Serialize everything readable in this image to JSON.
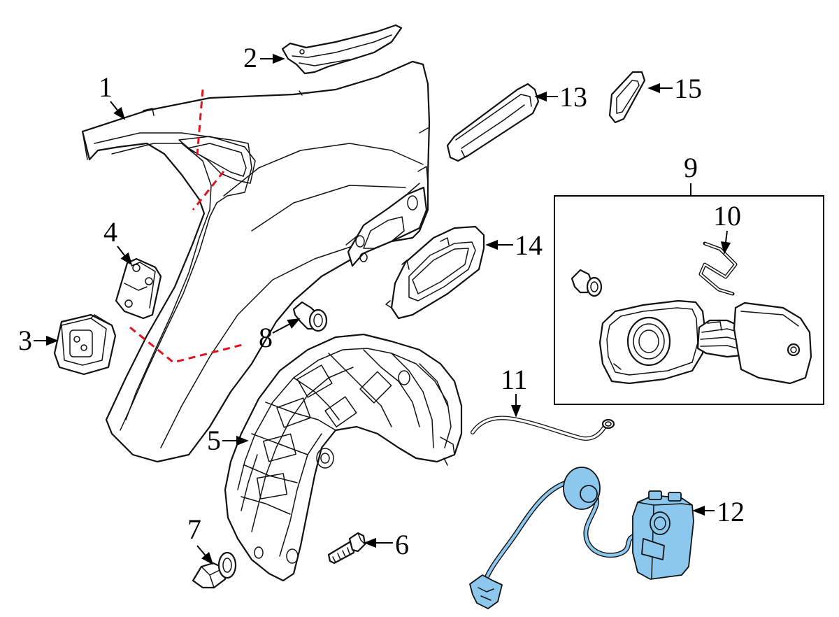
{
  "callouts": [
    {
      "id": "1",
      "label": "1"
    },
    {
      "id": "2",
      "label": "2"
    },
    {
      "id": "3",
      "label": "3"
    },
    {
      "id": "4",
      "label": "4"
    },
    {
      "id": "5",
      "label": "5"
    },
    {
      "id": "6",
      "label": "6"
    },
    {
      "id": "7",
      "label": "7"
    },
    {
      "id": "8",
      "label": "8"
    },
    {
      "id": "9",
      "label": "9"
    },
    {
      "id": "10",
      "label": "10"
    },
    {
      "id": "11",
      "label": "11"
    },
    {
      "id": "12",
      "label": "12"
    },
    {
      "id": "13",
      "label": "13"
    },
    {
      "id": "14",
      "label": "14"
    },
    {
      "id": "15",
      "label": "15"
    }
  ],
  "colors": {
    "line": "#111111",
    "cut_line": "#e0141e",
    "highlight_part": "#8cc8ee",
    "background": "#ffffff"
  }
}
